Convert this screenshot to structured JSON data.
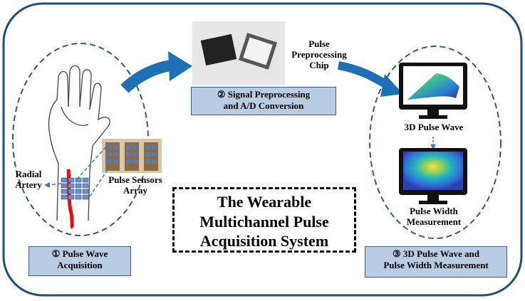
{
  "title": {
    "line1": "The Wearable",
    "line2": "Multichannel Pulse",
    "line3": "Acquisition System"
  },
  "left_panel": {
    "radial_artery": "Radial\nArtery",
    "sensors_array": "Pulse Sensors\nArray",
    "step_label_line1": "① Pulse Wave",
    "step_label_line2": "Acquisition"
  },
  "middle_panel": {
    "chip_label": "Pulse\nPreprocessing\nChip",
    "step_label_line1": "② Signal Preprocessing",
    "step_label_line2": "and  A/D  Conversion"
  },
  "right_panel": {
    "wave_label": "3D Pulse Wave",
    "width_label": "Pulse Width\nMeasurement",
    "step_label_line1": "③ 3D Pulse Wave and",
    "step_label_line2": "Pulse Width Measurement"
  },
  "colors": {
    "frame": "#1f4e79",
    "ellipse_dash": "#2e5a8a",
    "arrow_blue": "#1f6fb5",
    "label_fill": "#b8cde3",
    "artery_red": "#e01010"
  }
}
